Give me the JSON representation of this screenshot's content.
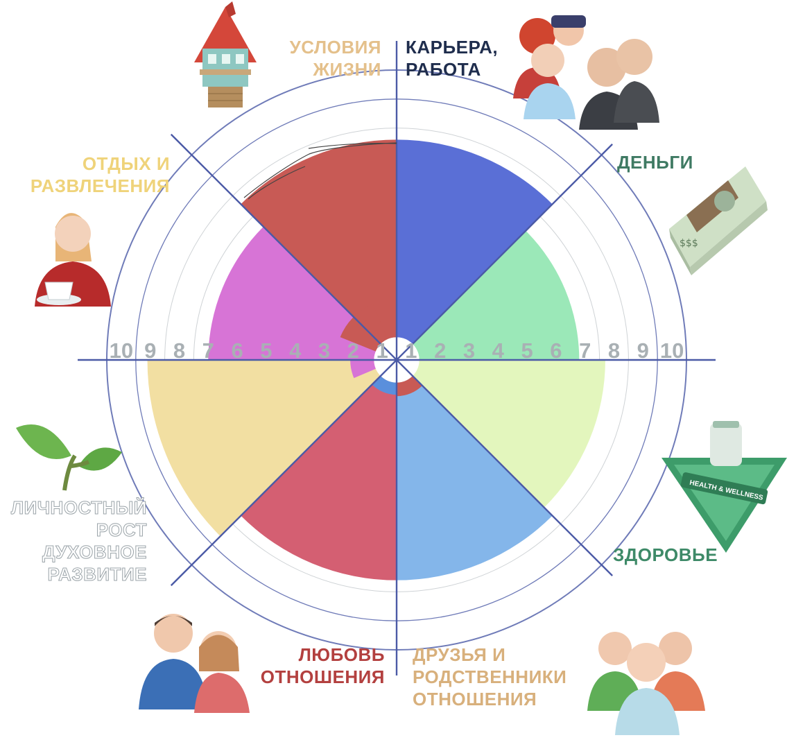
{
  "diagram": {
    "type": "wheel-of-life",
    "max_score": 10,
    "scale_labels": [
      "1",
      "2",
      "3",
      "4",
      "5",
      "6",
      "7",
      "8",
      "9",
      "10"
    ],
    "sectors": [
      {
        "id": "career",
        "lines": [
          "КАРЬЕРА,",
          "РАБОТА"
        ],
        "color": "#5a6fd6",
        "label_color": "#1f2d4d",
        "score": 7.6
      },
      {
        "id": "money",
        "lines": [
          "ДЕНЬГИ"
        ],
        "color": "#9be8b8",
        "label_color": "#3f7a63",
        "score": 6.3
      },
      {
        "id": "health",
        "lines": [
          "ЗДОРОВЬЕ"
        ],
        "color": "#e3f6bd",
        "label_color": "#3e8a68",
        "score": 7.2
      },
      {
        "id": "friends",
        "lines": [
          "ДРУЗЬЯ И",
          "РОДСТВЕННИКИ",
          "ОТНОШЕНИЯ"
        ],
        "color": "#84b6ea",
        "label_color": "#d8b07c",
        "score": 7.6
      },
      {
        "id": "love",
        "lines": [
          "ЛЮБОВЬ",
          "ОТНОШЕНИЯ"
        ],
        "color": "#d45f72",
        "label_color": "#b3403f",
        "score": 7.6
      },
      {
        "id": "growth",
        "lines": [
          "ЛИЧНОСТНЫЙ",
          "РОСТ",
          "ДУХОВНОЕ",
          "РАЗВИТИЕ"
        ],
        "color": "#f2dfa2",
        "label_color": "#ffffff",
        "score": 8.6
      },
      {
        "id": "leisure",
        "lines": [
          "ОТДЫХ И",
          "РАЗВЛЕЧЕНИЯ"
        ],
        "color": "#d774d6",
        "label_color": "#efd37a",
        "score": 6.5
      },
      {
        "id": "living",
        "lines": [
          "УСЛОВИЯ",
          "ЖИЗНИ"
        ],
        "color": "#c85a55",
        "label_color": "#e4c08b",
        "score": 7.6
      }
    ],
    "inner_overlay_colors": [
      "#c85a55",
      "#d774d6",
      "#5a8fdc",
      "#c85a55"
    ],
    "axis_color": "#4b5aa6",
    "ring_color": "#c9cdd0",
    "icons": [
      {
        "sector": "living",
        "icon": "house-icon"
      },
      {
        "sector": "career",
        "icon": "professionals-group-icon"
      },
      {
        "sector": "money",
        "icon": "dollar-stack-icon"
      },
      {
        "sector": "health",
        "icon": "health-wellness-badge-icon"
      },
      {
        "sector": "friends",
        "icon": "friends-group-icon"
      },
      {
        "sector": "love",
        "icon": "couple-icon"
      },
      {
        "sector": "growth",
        "icon": "leaf-sprout-icon"
      },
      {
        "sector": "leisure",
        "icon": "woman-coffee-icon"
      }
    ],
    "badge_text": "HEALTH & WELLNESS"
  }
}
